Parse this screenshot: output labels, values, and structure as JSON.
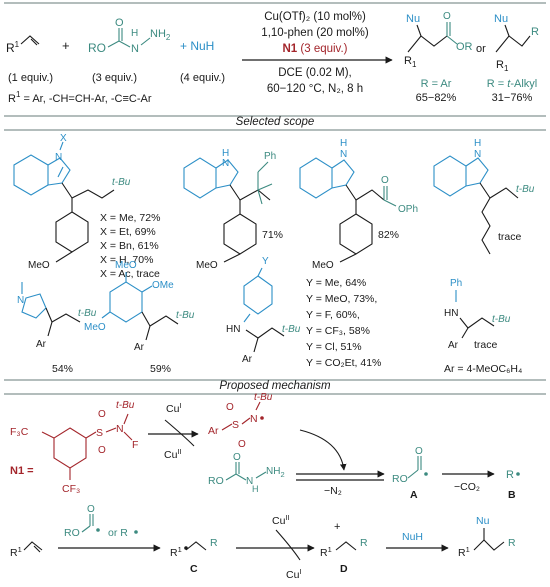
{
  "colors": {
    "black": "#1a1a1a",
    "blue": "#2c8fc7",
    "teal": "#3c8a80",
    "red": "#a3252b",
    "rule": "#9aa7a5"
  },
  "scheme": {
    "r1": "R",
    "r1_sup": "1",
    "plus1": "+",
    "ro": "RO",
    "o": "O",
    "nhnh2": "N",
    "h_top": "H",
    "nh2": "NH",
    "nh2_sub": "2",
    "plus2": "+ NuH",
    "eq1": "(1 equiv.)",
    "eq3": "(3 equiv.)",
    "eq4": "(4 equiv.)",
    "r1_def_a": "R",
    "r1_def_sup": "1",
    "r1_def_b": " = Ar, -CH=CH-Ar, -C≡C-Ar",
    "cond1": "Cu(OTf)₂ (10 mol%)",
    "cond2": "1,10-phen (20 mol%)",
    "cond3_a": "N1",
    "cond3_b": " (3 equiv.)",
    "cond4": "DCE (0.02 M),",
    "cond5": "60−120 °C, N₂, 8 h",
    "or": "or",
    "p1_nu": "Nu",
    "p1_or": "OR",
    "p1_o": "O",
    "p1_r1": "R",
    "p1_r1_sup": "1",
    "p1_label": "R = Ar",
    "p1_yield": "65−82%",
    "p2_nu": "Nu",
    "p2_r": "R",
    "p2_r1": "R",
    "p2_r1_sup": "1",
    "p2_label_a": "R = ",
    "p2_label_b": "t",
    "p2_label_c": "-Alkyl",
    "p2_yield": "31−76%"
  },
  "scope": {
    "title": "Selected scope",
    "c1_x": "X",
    "c1_n": "N",
    "c1_tbu": "t-Bu",
    "c1_meo": "MeO",
    "c1_yields": [
      "X = Me, 72%",
      "X = Et, 69%",
      "X = Bn, 61%",
      "X = H, 70%",
      "X = Ac, trace"
    ],
    "c2_h": "H",
    "c2_n": "N",
    "c2_ph": "Ph",
    "c2_meo": "MeO",
    "c2_yield": "71%",
    "c3_h": "H",
    "c3_n": "N",
    "c3_o": "O",
    "c3_oph": "OPh",
    "c3_meo": "MeO",
    "c3_yield": "82%",
    "c4_h": "H",
    "c4_n": "N",
    "c4_tbu": "t-Bu",
    "c4_yield": "trace",
    "c5_n": "N",
    "c5_tbu": "t-Bu",
    "c5_ar": "Ar",
    "c5_yield": "54%",
    "c6_meo1": "MeO",
    "c6_ome": "OMe",
    "c6_meo2": "MeO",
    "c6_tbu": "t-Bu",
    "c6_ar": "Ar",
    "c6_yield": "59%",
    "c7_y": "Y",
    "c7_hn": "HN",
    "c7_tbu": "t-Bu",
    "c7_ar": "Ar",
    "c7_yields": [
      "Y = Me, 64%",
      "Y = MeO, 73%,",
      "Y = F, 60%,",
      "Y = CF₃, 58%",
      "Y = Cl, 51%",
      "Y = CO₂Et, 41%"
    ],
    "c8_ph": "Ph",
    "c8_hn": "HN",
    "c8_tbu": "t-Bu",
    "c8_ar": "Ar",
    "c8_yield": "trace",
    "ar_def": "Ar = 4-MeOC₆H₄"
  },
  "mechanism": {
    "title": "Proposed mechanism",
    "n1_f3c": "F₃C",
    "n1_cf3": "CF₃",
    "n1_s": "S",
    "n1_o_top": "O",
    "n1_o_bot": "O",
    "n1_n": "N",
    "n1_f": "F",
    "n1_tbu": "t-Bu",
    "n1_label": "N1 =",
    "cu1": "Cu",
    "cu1_sup": "I",
    "cu2": "Cu",
    "cu2_sup": "II",
    "rad_ar": "Ar",
    "rad_s": "S",
    "rad_o1": "O",
    "rad_o2": "O",
    "rad_n": "N",
    "rad_tbu": "t-Bu",
    "hyd_ro": "RO",
    "hyd_o": "O",
    "hyd_n": "N",
    "hyd_h": "H",
    "hyd_nh2": "NH",
    "hyd_nh2_sub": "2",
    "minus_n2": "−N₂",
    "a_ro": "RO",
    "a_o": "O",
    "a_label": "A",
    "minus_co2": "−CO₂",
    "b_r": "R",
    "b_label": "B",
    "alk_r1": "R",
    "alk_r1_sup": "1",
    "acyl_ro": "RO",
    "acyl_o": "O",
    "or_r": "or R",
    "c_r1": "R",
    "c_r1_sup": "1",
    "c_r": "R",
    "c_label": "C",
    "cu3": "Cu",
    "cu3_sup": "II",
    "cu4": "Cu",
    "cu4_sup": "I",
    "d_plus": "+",
    "d_r1": "R",
    "d_r1_sup": "1",
    "d_r": "R",
    "d_label": "D",
    "nuh": "NuH",
    "f_nu": "Nu",
    "f_r1": "R",
    "f_r1_sup": "1",
    "f_r": "R"
  }
}
